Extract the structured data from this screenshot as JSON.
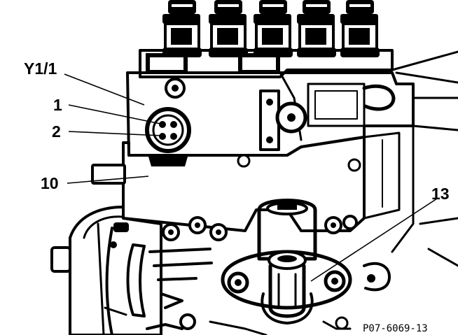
{
  "figure": {
    "reference_code": "P07-6069-13",
    "callouts": [
      {
        "id": "y1-1",
        "label": "Y1/1"
      },
      {
        "id": "1",
        "label": "1"
      },
      {
        "id": "2",
        "label": "2"
      },
      {
        "id": "10",
        "label": "10"
      },
      {
        "id": "13",
        "label": "13"
      }
    ]
  },
  "colors": {
    "ink": "#000000",
    "background": "#ffffff"
  }
}
